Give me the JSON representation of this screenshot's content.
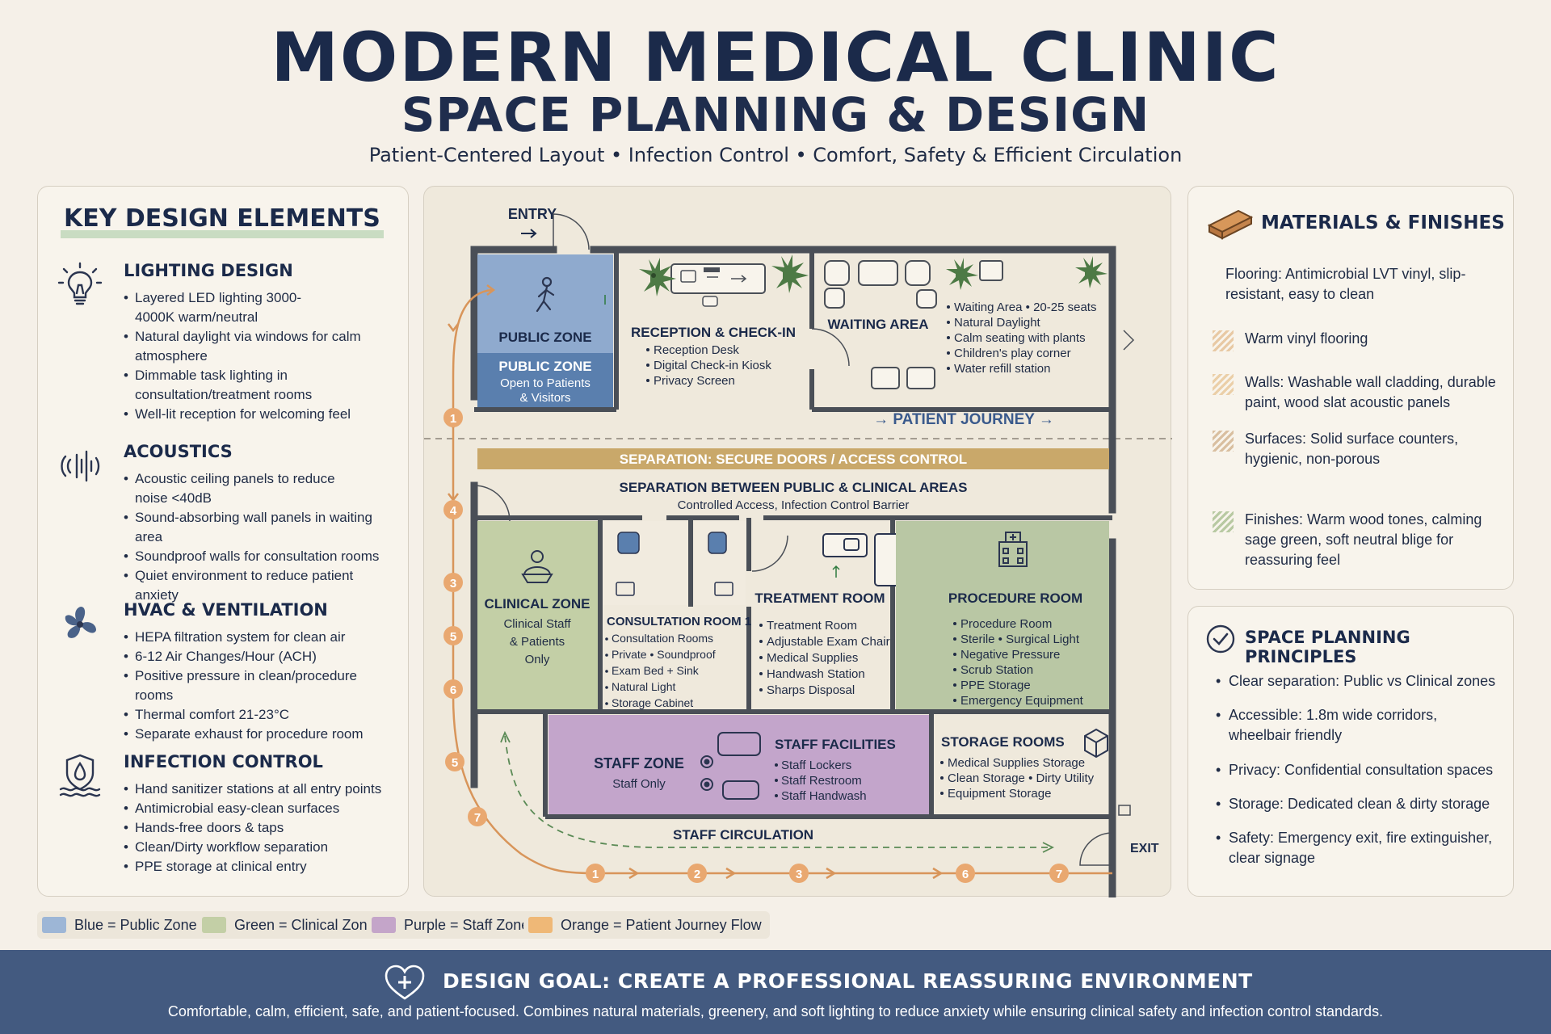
{
  "header": {
    "title": "MODERN MEDICAL CLINIC",
    "subtitle": "SPACE PLANNING & DESIGN",
    "tagline": "Patient-Centered Layout  •  Infection Control  •  Comfort, Safety & Efficient Circulation"
  },
  "key_design": {
    "title": "KEY DESIGN ELEMENTS",
    "sections": [
      {
        "icon": "lightbulb-icon",
        "heading": "LIGHTING DESIGN",
        "items": [
          "Layered LED lighting 3000-4000K warm/neutral",
          "Natural daylight via windows for calm atmosphere",
          "Dimmable task lighting in consultation/treatment rooms",
          "Well-lit reception for welcoming feel"
        ]
      },
      {
        "icon": "sound-wave-icon",
        "heading": "ACOUSTICS",
        "items": [
          "Acoustic ceiling panels to reduce noise <40dB",
          "Sound-absorbing wall panels in waiting area",
          "Soundproof walls for consultation rooms",
          "Quiet environment to reduce patient anxiety"
        ]
      },
      {
        "icon": "fan-icon",
        "heading": "HVAC & VENTILATION",
        "items": [
          "HEPA filtration system for clean air",
          "6-12 Air Changes/Hour (ACH)",
          "Positive pressure in clean/procedure rooms",
          "Thermal comfort 21-23°C",
          "Separate exhaust for procedure room"
        ]
      },
      {
        "icon": "shield-drop-icon",
        "heading": "INFECTION CONTROL",
        "items": [
          "Hand sanitizer stations at all entry points",
          "Antimicrobial easy-clean surfaces",
          "Hands-free doors & taps",
          "Clean/Dirty workflow separation",
          "PPE storage at clinical entry"
        ]
      }
    ]
  },
  "plan": {
    "entry": "ENTRY",
    "exit": "EXIT",
    "public_zone": "PUBLIC ZONE",
    "public_zone_band_title": "PUBLIC ZONE",
    "public_zone_band_sub1": "Open to Patients",
    "public_zone_band_sub2": "& Visitors",
    "reception_title": "RECEPTION & CHECK-IN",
    "reception_items": [
      "Reception Desk",
      "Digital Check-in Kiosk",
      "Privacy Screen"
    ],
    "waiting_title": "WAITING AREA",
    "waiting_items": [
      "Waiting Area • 20-25 seats",
      "Natural Daylight",
      "Calm seating with plants",
      "Children's play corner",
      "Water refill station"
    ],
    "patient_journey": "→ PATIENT JOURNEY →",
    "separation_band": "SEPARATION: SECURE DOORS / ACCESS CONTROL",
    "separation_title": "SEPARATION BETWEEN PUBLIC & CLINICAL AREAS",
    "separation_sub": "Controlled Access, Infection Control Barrier",
    "clinical_title": "CLINICAL ZONE",
    "clinical_sub1": "Clinical Staff",
    "clinical_sub2": "& Patients",
    "clinical_sub3": "Only",
    "consult_title": "CONSULTATION ROOM 1",
    "consult_items": [
      "Consultation Rooms",
      "Private • Soundproof",
      "Exam Bed + Sink",
      "Natural Light",
      "Storage Cabinet"
    ],
    "treatment_title": "TREATMENT ROOM",
    "treatment_items": [
      "Treatment Room",
      "Adjustable Exam Chair",
      "Medical Supplies",
      "Handwash Station",
      "Sharps Disposal"
    ],
    "procedure_title": "PROCEDURE ROOM",
    "procedure_items": [
      "Procedure Room",
      "Sterile • Surgical Light",
      "Negative Pressure",
      "Scrub Station",
      "PPE Storage",
      "Emergency Equipment"
    ],
    "staff_zone_title": "STAFF ZONE",
    "staff_zone_sub": "Staff Only",
    "staff_fac_title": "STAFF FACILITIES",
    "staff_fac_items": [
      "Staff Lockers",
      "Staff Restroom",
      "Staff Handwash"
    ],
    "storage_title": "STORAGE ROOMS",
    "storage_items": [
      "Medical Supplies Storage",
      "Clean Storage • Dirty Utility",
      "Equipment Storage"
    ],
    "staff_circulation": "STAFF CIRCULATION",
    "left_markers": [
      "1",
      "4",
      "3",
      "5",
      "6",
      "5",
      "7"
    ],
    "bottom_markers": [
      "1",
      "2",
      "3",
      "6",
      "7"
    ]
  },
  "materials": {
    "title": "MATERIALS & FINISHES",
    "items": [
      {
        "text": "Flooring: Antimicrobial LVT vinyl, slip-resistant, easy to clean",
        "swatch": ""
      },
      {
        "text": "Warm vinyl flooring",
        "swatch": "#e8c9a4"
      },
      {
        "text": "Walls: Washable wall cladding, durable paint, wood slat acoustic panels",
        "swatch": "#ebcfa8"
      },
      {
        "text": "Surfaces: Solid surface counters, hygienic, non-porous",
        "swatch": "#d9bfa0"
      },
      {
        "text": "Finishes: Warm wood tones, calming sage green, soft neutral blige for reassuring feel",
        "swatch": "#b8c9a2"
      }
    ]
  },
  "principles": {
    "title": "SPACE PLANNING PRINCIPLES",
    "items": [
      "Clear separation: Public vs Clinical zones",
      "Accessible: 1.8m wide corridors, wheelbair friendly",
      "Privacy: Confidential consultation spaces",
      "Storage: Dedicated clean & dirty storage",
      "Safety: Emergency exit, fire extinguisher, clear signage"
    ]
  },
  "legend": [
    {
      "label": "Blue = Public Zone",
      "color": "#9db6d6"
    },
    {
      "label": "Green = Clinical Zone",
      "color": "#c3cfa6"
    },
    {
      "label": "Purple = Staff Zone",
      "color": "#c4a5c9"
    },
    {
      "label": "Orange = Patient Journey Flow",
      "color": "#efb877"
    }
  ],
  "footer": {
    "title": "DESIGN GOAL: CREATE A PROFESSIONAL REASSURING ENVIRONMENT",
    "subtitle": "Comfortable, calm, efficient, safe, and patient-focused. Combines natural materials, greenery, and soft lighting to reduce anxiety while ensuring clinical safety and infection control standards."
  },
  "colors": {
    "public": "#8faace",
    "public_band": "#5a7fae",
    "clinical": "#c3cfa6",
    "procedure": "#b9c7a4",
    "staff": "#c3a5cb",
    "journey": "#d8955a",
    "separation": "#c9a86a",
    "wall": "#4a4f57"
  }
}
